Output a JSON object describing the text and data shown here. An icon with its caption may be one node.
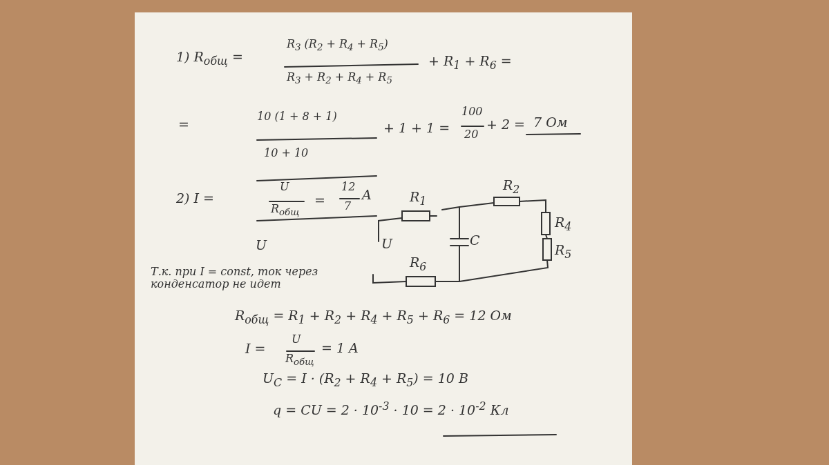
{
  "diagram": {
    "labels": [
      "1) R$_{общ}$ =",
      "R$_{3}$ (R$_{2}$ + R$_{4}$ + R$_{5}$)",
      "R$_{3}$ + R$_{2}$ + R$_{4}$ + R$_{5}$",
      "+ R$_{1}$ + R$_{6}$ =",
      "=",
      "10 (1 + 8 + 1)",
      "10 + 10",
      "+ 1 + 1 =",
      "100",
      "20",
      "+ 2 =",
      "7 Ом",
      "2) I =",
      "U",
      "R$_{общ}$",
      "=",
      "12",
      "7",
      "A",
      "R$_{1}$",
      "R$_{2}$",
      "R$_{4}$",
      "R$_{5}$",
      "R$_{6}$",
      "C",
      "U",
      "U",
      "Т.к. при I = const, ток через конденсатор не идет",
      "R$_{общ}$ = R$_{1}$ + R$_{2}$ + R$_{4}$ + R$_{5}$ + R$_{6}$ = 12 Ом",
      "I =",
      "U",
      "R$_{общ}$",
      "= 1 A",
      "U$_{C}$ = I · (R$_{2}$ + R$_{4}$ + R$_{5}$) = 10 B",
      "q = CU = 2 · 10$^{-3}$ · 10 = 2 · 10$^{-2}$ Кл"
    ]
  }
}
